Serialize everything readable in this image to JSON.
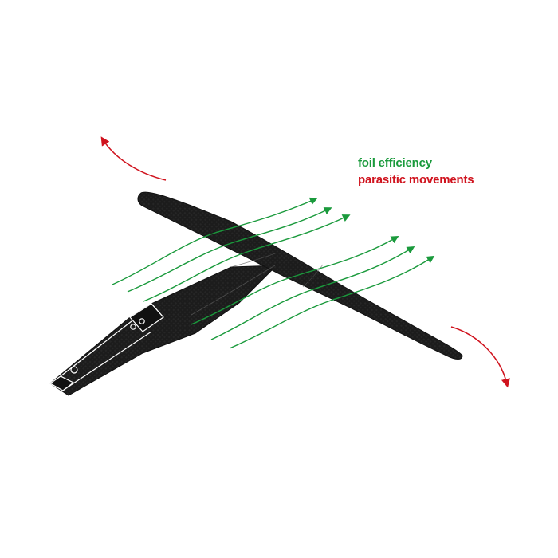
{
  "legend": {
    "efficiency": {
      "label": "foil efficiency",
      "color": "#1a9a3c"
    },
    "parasitic": {
      "label": "parasitic movements",
      "color": "#d0131e"
    }
  },
  "foil": {
    "color": "#1c1c1c",
    "texture": "carbon-fiber",
    "parts": [
      "front-wing",
      "fuselage-mast"
    ]
  },
  "arrows": {
    "flow_count": 6,
    "flow_icon": "flow-arrow-icon",
    "rotation_count": 2,
    "rotation_icon": "curved-rotation-arrow-icon"
  }
}
